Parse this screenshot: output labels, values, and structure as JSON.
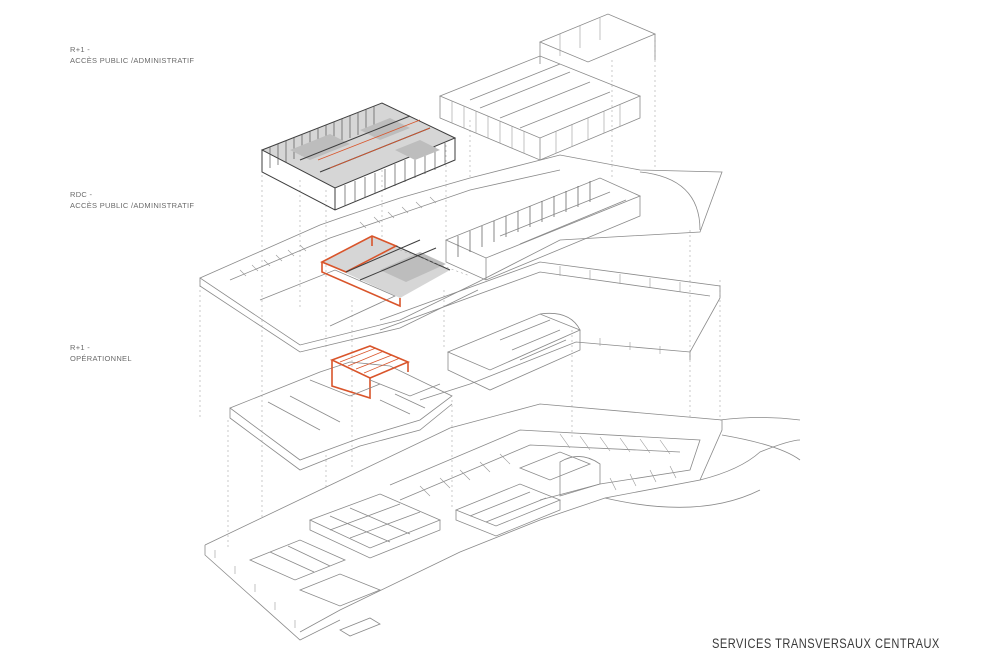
{
  "levels": [
    {
      "code": "R+1 -",
      "description": "ACCÈS PUBLIC /ADMINISTRATIF"
    },
    {
      "code": "RDC -",
      "description": "ACCÈS PUBLIC /ADMINISTRATIF"
    },
    {
      "code": "R+1 -",
      "description": "OPÉRATIONNEL"
    }
  ],
  "drawing_title": "SERVICES TRANSVERSAUX CENTRAUX",
  "colors": {
    "accent": "#d9552b",
    "line": "#8a8a8a",
    "dark_line": "#3e3e3e",
    "background": "#ffffff"
  }
}
